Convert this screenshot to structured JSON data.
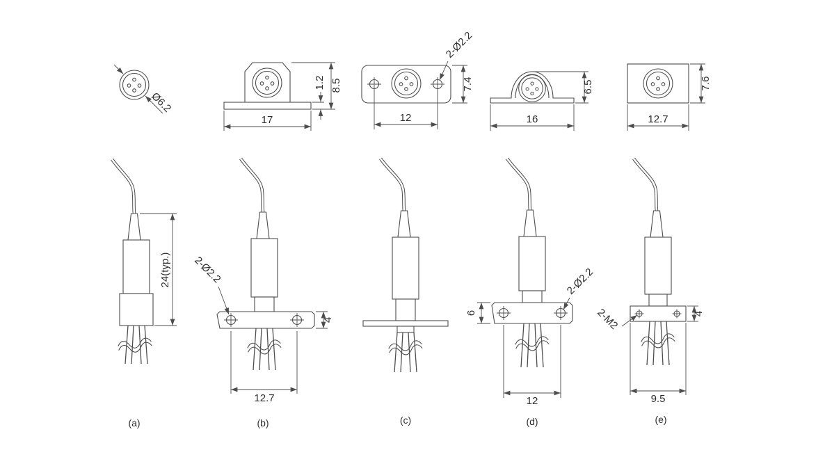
{
  "figure": {
    "type": "engineering-drawing",
    "subject": "pigtailed coaxial package outline variants, top views and side views with dimensions (mm)"
  },
  "variants": [
    {
      "label": "(a)",
      "top_view": {
        "diameter": "Ø6.2"
      },
      "side_view": {
        "length": "24(typ.)"
      }
    },
    {
      "label": "(b)",
      "top_view": {
        "width": "17",
        "flange_thickness": "1.2",
        "height": "8.5"
      },
      "side_view": {
        "holes": "2-Ø2.2",
        "flange_thickness": "4",
        "width": "12.7"
      }
    },
    {
      "label": "(c)",
      "top_view": {
        "holes": "2-Ø2.2",
        "hole_spacing": "12",
        "height": "7.4"
      },
      "side_view": {}
    },
    {
      "label": "(d)",
      "top_view": {
        "width": "16",
        "height": "6.5"
      },
      "side_view": {
        "flange_height": "6",
        "holes": "2-Ø2.2",
        "hole_spacing": "12"
      }
    },
    {
      "label": "(e)",
      "top_view": {
        "width": "12.7",
        "height": "7.6"
      },
      "side_view": {
        "screws": "2-M2",
        "flange_thickness": "4",
        "width": "9.5"
      }
    }
  ]
}
